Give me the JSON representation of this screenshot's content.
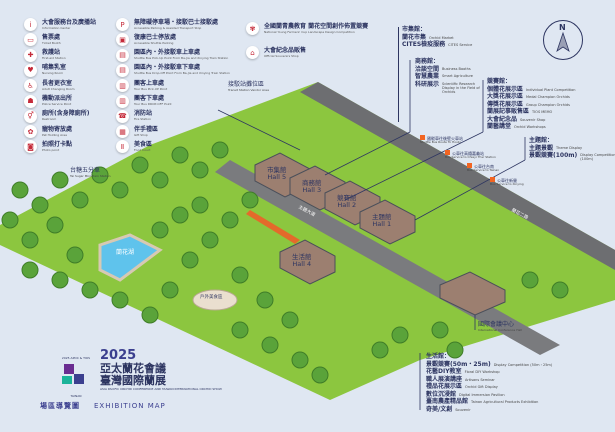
{
  "legend_left": [
    {
      "zh": "大會服務台及廣播站",
      "en": "Information Center",
      "icon": "info-icon"
    },
    {
      "zh": "售票處",
      "en": "Ticket Booth",
      "icon": "ticket-icon"
    },
    {
      "zh": "救護站",
      "en": "First-aid Station",
      "icon": "first-aid-icon"
    },
    {
      "zh": "哺集乳室",
      "en": "Nursing Room",
      "icon": "nursing-icon"
    },
    {
      "zh": "長者更衣室",
      "en": "Adult Changing Room",
      "icon": "changing-room-icon"
    },
    {
      "zh": "機動派出所",
      "en": "Police Service Point",
      "icon": "police-icon"
    },
    {
      "zh": "廁所(含身障廁所)",
      "en": "Restroom",
      "icon": "restroom-icon"
    },
    {
      "zh": "寵物寄放處",
      "en": "Pet Holding Area",
      "icon": "pet-icon"
    },
    {
      "zh": "拍照打卡點",
      "en": "Photo point",
      "icon": "camera-icon"
    }
  ],
  "legend_mid": [
    {
      "zh": "無障礙停車場・接駁巴士接駁處",
      "en": "Accessible Parking & Assisted Transport Stop",
      "icon": "accessible-parking-icon"
    },
    {
      "zh": "復康巴士停放處",
      "en": "Accessible Shuttle Parking",
      "icon": "shuttle-icon"
    },
    {
      "zh": "園區內・外接駁車上車處",
      "en": "Shuttle Bus Pick-Up Point From Ba-Jia and Xinying Train Station",
      "icon": "bus-pickup-icon"
    },
    {
      "zh": "園區內・外接駁車下車處",
      "en": "Shuttle Bus Drop-Off Point From Ba-Jia and Xinying Train Station",
      "icon": "bus-dropoff-icon"
    },
    {
      "zh": "團客上車處",
      "en": "Tour Bus Pick-UP Point",
      "icon": "tour-bus-pickup-icon"
    },
    {
      "zh": "團客下車處",
      "en": "Tour Bus DROP-OFF Point",
      "icon": "tour-bus-dropoff-icon"
    },
    {
      "zh": "消防站",
      "en": "Fire Station",
      "icon": "fire-station-icon"
    },
    {
      "zh": "伴手禮區",
      "en": "Gift Shop",
      "icon": "gift-icon"
    },
    {
      "zh": "美食區",
      "en": "Food Court",
      "icon": "food-icon"
    }
  ],
  "legend_right": [
    {
      "zh": "全國蘭青農教育 蘭花空間創作佈置競賽",
      "en": "National Young Farmers' Cup Landscape Design Competition",
      "icon": "orchid-icon"
    },
    {
      "zh": "大會紀念品販售",
      "en": "Official Souvenirs Shop",
      "icon": "shop-icon"
    }
  ],
  "callouts": {
    "market": {
      "title": "市集館：",
      "rows": [
        {
          "zh": "蘭花市集",
          "en": "Orchid Market"
        },
        {
          "zh": "CITES檢疫服務",
          "en": "CITES Service"
        }
      ]
    },
    "business": {
      "title": "商務館：",
      "rows": [
        {
          "zh": "洽談空間",
          "en": "Business Booths"
        },
        {
          "zh": "智慧農業",
          "en": "Smart Agriculture"
        },
        {
          "zh": "科研展示",
          "en": "Scientific Research Display in the Field of Orchids"
        }
      ]
    },
    "competition": {
      "title": "競賽館：",
      "rows": [
        {
          "zh": "個體花展示區",
          "en": "Individual Plant Competition"
        },
        {
          "zh": "大獎花展示區",
          "en": "Medal Champion Orchids"
        },
        {
          "zh": "傳獎花展示區",
          "en": "Group Champion Orchids"
        },
        {
          "zh": "蘭展記事販售區",
          "en": "TIOS MEMO"
        },
        {
          "zh": "大會紀念品",
          "en": "Souvenir Shop"
        },
        {
          "zh": "蘭藝講堂",
          "en": "Orchid Workshops"
        }
      ]
    },
    "theme": {
      "title": "主題館：",
      "rows": [
        {
          "zh": "主題景觀",
          "en": "Theme Display"
        },
        {
          "zh": "景觀競賽(100m)",
          "en": "Display Competition (100m)"
        }
      ]
    },
    "life": {
      "title": "生活館：",
      "rows": [
        {
          "zh": "景觀競賽(50m・25m)",
          "en": "Display Competition (50m・25m)"
        },
        {
          "zh": "花藝DIY教室",
          "en": "Floral DIY Workshop"
        },
        {
          "zh": "職人展演講座",
          "en": "Artisans Seminar"
        },
        {
          "zh": "禮品花展示區",
          "en": "Orchid Gift Display"
        },
        {
          "zh": "數位沉浸館",
          "en": "Digital Immersion Pavilion"
        },
        {
          "zh": "臺南農產精品館",
          "en": "Tainan Agricultural Products Exhibition"
        },
        {
          "zh": "奇美/文創",
          "en": "Souvenir"
        }
      ]
    },
    "conference": {
      "zh": "國際會議中心",
      "en": "International Conference Hall"
    },
    "vendor": {
      "zh": "接駁站攤位區",
      "en": "Transit Station Vendor Area"
    },
    "train": {
      "zh": "台糖五分車",
      "en": "Tai Sugar Mini-Train Station"
    }
  },
  "stops": [
    {
      "zh": "國駁車往後壁火車站",
      "en": "Shuttle Bus Route To Houbi"
    },
    {
      "zh": "公車往高鐵嘉義站",
      "en": "Bus Service to Chiayi Thsr Station"
    },
    {
      "zh": "公車往台南",
      "en": "Bus Service to Tainan"
    },
    {
      "zh": "公車往新營",
      "en": "Bus Service to Xinying"
    }
  ],
  "halls": [
    {
      "zh": "市集館",
      "en": "Hall 5"
    },
    {
      "zh": "商務館",
      "en": "Hall 3"
    },
    {
      "zh": "競賽館",
      "en": "Hall 2"
    },
    {
      "zh": "主題館",
      "en": "Hall 1"
    },
    {
      "zh": "生活館",
      "en": "Hall 4"
    }
  ],
  "places": {
    "lake": "蘭花湖",
    "food_court": "戶外美食區",
    "main_road": "主題大道",
    "road2": "蘭花二路"
  },
  "compass": "N",
  "title": {
    "year": "2025",
    "line1": "亞太蘭花會議",
    "line2": "臺灣國際蘭展",
    "en": "ASIA PACIFIC ORCHID CONFERENCE AND TAIWAN INTERNATIONAL ORCHID SHOW",
    "logo": "2025 APOC & TIOS",
    "logo_city": "TAINAN",
    "map_zh": "場區導覽圖",
    "map_en": "EXHIBITION MAP"
  },
  "colors": {
    "grass": "#8cc63f",
    "road": "#6d6e71",
    "bg": "#dfe7f2",
    "navy": "#2d3561",
    "accent": "#f26522"
  }
}
